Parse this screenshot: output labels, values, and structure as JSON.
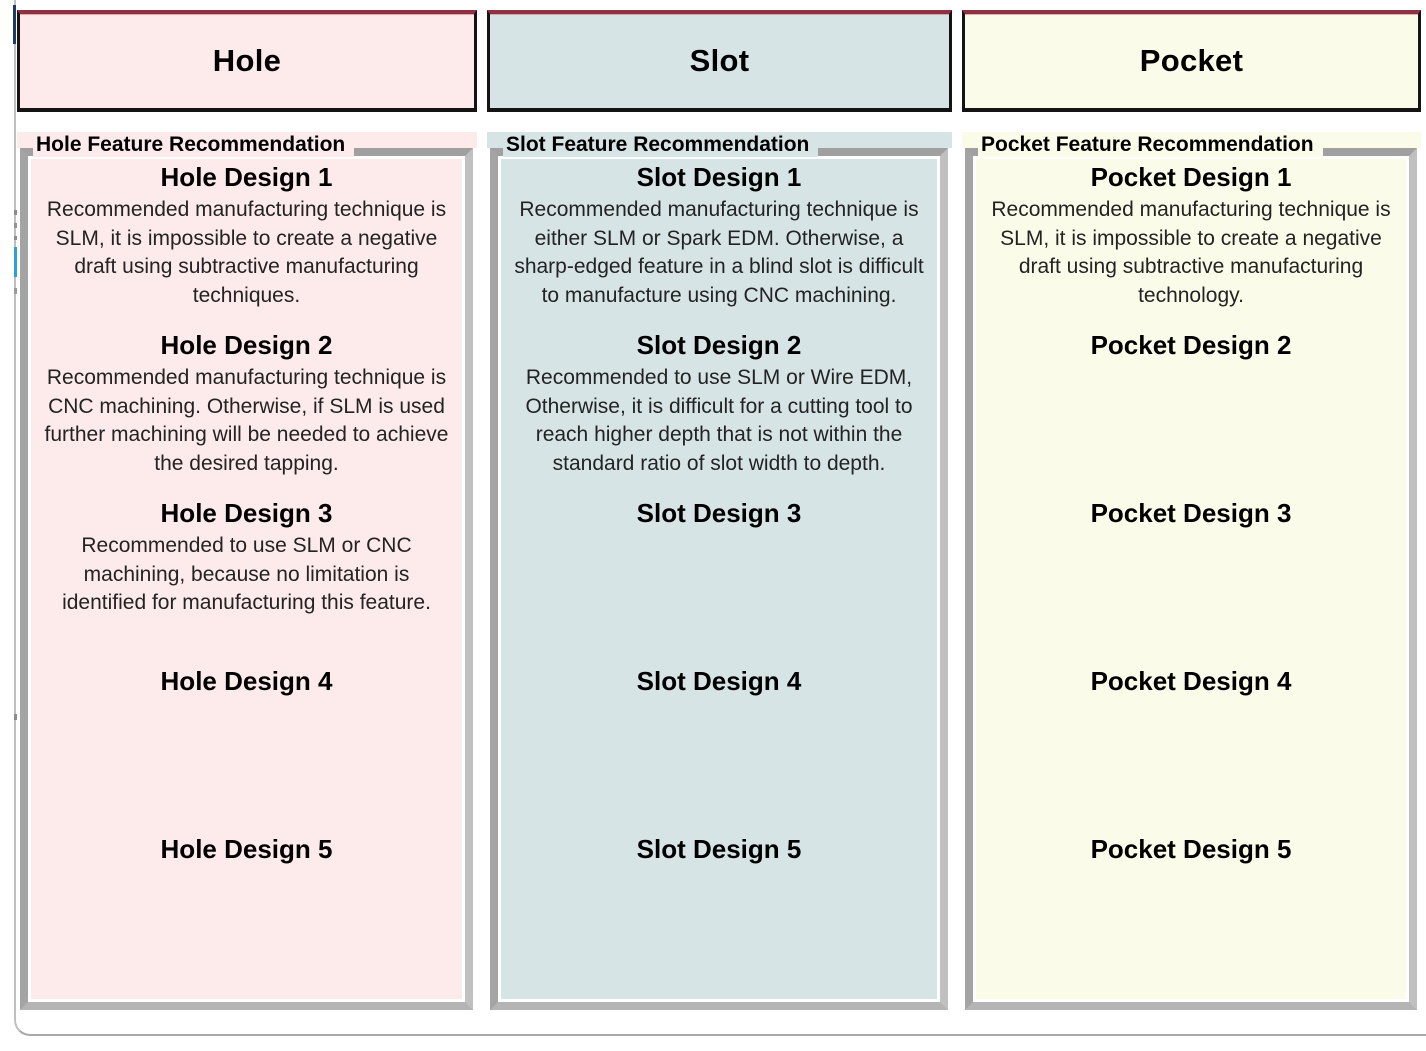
{
  "colors": {
    "hole_bg": "#fdeaea",
    "slot_bg": "#d7e4e6",
    "pocket_bg": "#fbfbe9",
    "header_top_border": "#8e3243",
    "header_border": "#141414",
    "groupbox_border": "#a7a7a7",
    "frame_border": "#bfbfbf",
    "edge_navy_mark": "#1e3c63",
    "edge_blue_mark": "#2d9fd6"
  },
  "columns": [
    {
      "header": "Hole",
      "group_label": "Hole Feature Recommendation",
      "designs": [
        {
          "title": "Hole Design 1",
          "description": "Recommended manufacturing technique is SLM, it is impossible to create a negative draft using subtractive manufacturing techniques."
        },
        {
          "title": "Hole Design 2",
          "description": "Recommended manufacturing technique is CNC machining. Otherwise, if SLM is used further machining will be needed to achieve the desired tapping."
        },
        {
          "title": "Hole Design 3",
          "description": "Recommended to use SLM or CNC machining, because no limitation is identified for manufacturing this feature."
        },
        {
          "title": "Hole Design 4",
          "description": ""
        },
        {
          "title": "Hole Design 5",
          "description": ""
        }
      ]
    },
    {
      "header": "Slot",
      "group_label": "Slot Feature Recommendation",
      "designs": [
        {
          "title": "Slot Design 1",
          "description": "Recommended manufacturing technique is either SLM or Spark EDM. Otherwise, a sharp-edged feature in a blind slot is difficult to manufacture using CNC machining."
        },
        {
          "title": "Slot Design 2",
          "description": "Recommended to use SLM or Wire EDM, Otherwise,  it is difficult for a cutting tool to reach higher depth that is not within the standard ratio of slot width to depth."
        },
        {
          "title": "Slot Design 3",
          "description": ""
        },
        {
          "title": "Slot Design 4",
          "description": ""
        },
        {
          "title": "Slot Design 5",
          "description": ""
        }
      ]
    },
    {
      "header": "Pocket",
      "group_label": "Pocket Feature Recommendation",
      "designs": [
        {
          "title": "Pocket Design 1",
          "description": "Recommended manufacturing technique is SLM, it is impossible to create a negative draft using subtractive manufacturing technology."
        },
        {
          "title": "Pocket Design 2",
          "description": ""
        },
        {
          "title": "Pocket Design 3",
          "description": ""
        },
        {
          "title": "Pocket Design 4",
          "description": ""
        },
        {
          "title": "Pocket Design 5",
          "description": ""
        }
      ]
    }
  ]
}
